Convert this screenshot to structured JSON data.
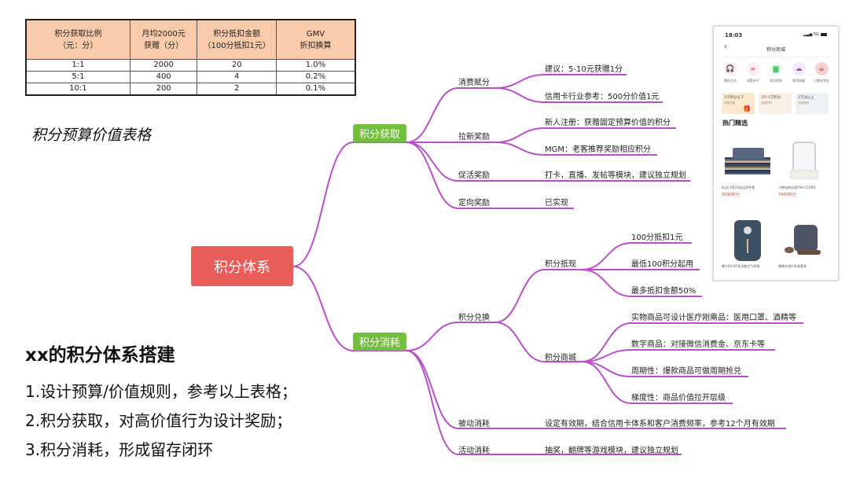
{
  "table": {
    "headers": [
      [
        "积分获取比例",
        "（元：分）"
      ],
      [
        "月均2000元",
        "获赠（分）"
      ],
      [
        "积分抵扣金额",
        "（100分抵扣1元）"
      ],
      [
        "GMV",
        "折扣换算"
      ]
    ],
    "rows": [
      [
        "1:1",
        "2000",
        "20",
        "1.0%"
      ],
      [
        "5:1",
        "400",
        "4",
        "0.2%"
      ],
      [
        "10:1",
        "200",
        "2",
        "0.1%"
      ]
    ],
    "header_color": "#F9CBAA"
  },
  "table_caption": "积分预算价值表格",
  "summary": {
    "title": "xx的积分体系搭建",
    "lines": [
      "1.设计预算/价值规则，参考以上表格；",
      "2.积分获取，对高价值行为设计奖励；",
      "3.积分消耗，形成留存闭环"
    ]
  },
  "mindmap": {
    "line_color": "#B94FC8",
    "root": {
      "label": "积分体系",
      "color": "#E85D5A"
    },
    "branches": [
      {
        "label": "积分获取",
        "color": "#74BE3F",
        "children": [
          {
            "label": "消费赋分",
            "children": [
              "建议：5-10元获赠1分",
              "信用卡行业参考：500分价值1元"
            ]
          },
          {
            "label": "拉新奖励",
            "children": [
              "新人注册：获赠固定预算价值的积分",
              "MGM：老客推荐奖励相应积分"
            ]
          },
          {
            "label": "促活奖励",
            "children": [
              "打卡，直播、发帖等模块，建议独立规划"
            ]
          },
          {
            "label": "定向奖励",
            "children": [
              "已实现"
            ]
          }
        ]
      },
      {
        "label": "积分消耗",
        "color": "#74BE3F",
        "children": [
          {
            "label": "积分兑换",
            "children": [
              {
                "label": "积分抵现",
                "children": [
                  "100分抵扣1元",
                  "最低100积分起用",
                  "最多抵扣金额50%"
                ]
              },
              {
                "label": "积分商城",
                "children": [
                  "实物商品可设计医疗刚需品：医用口罩、酒精等",
                  "数字商品：对接微信消费金、京东卡等",
                  "周期性：爆款商品可做周期抢兑",
                  "梯度性：商品价值拉开层级"
                ]
              }
            ]
          },
          {
            "label": "被动消耗",
            "children": [
              "设定有效期，结合信用卡体系和客户消费频率，参考12个月有效期"
            ]
          },
          {
            "label": "活动消耗",
            "children": [
              "抽奖，翻牌等游戏模块，建议独立规划"
            ]
          }
        ]
      }
    ]
  },
  "phone": {
    "time": "18:03",
    "signal": "5G",
    "title": "积分商城",
    "categories": [
      {
        "label": "数码生活",
        "icon": "headphones-icon",
        "color": "#F26A4B",
        "bg": "#FDEDEA"
      },
      {
        "label": "母婴亲子",
        "icon": "stroller-icon",
        "color": "#F58FA0",
        "bg": "#FDEFF1"
      },
      {
        "label": "家纺家饰",
        "icon": "sofa-icon",
        "color": "#4CC96A",
        "bg": "#EAF8EE"
      },
      {
        "label": "家用电器",
        "icon": "cloud-icon",
        "color": "#8A4FE0",
        "bg": "#F1EBFC"
      },
      {
        "label": "小熊电专区",
        "icon": "kettle-icon",
        "color": "#8B2C2C",
        "bg": "#F6D2D2"
      }
    ],
    "tiers": [
      {
        "label": "3千积分以下",
        "sub": "超值兑换"
      },
      {
        "label": "3千-1万积分",
        "sub": "品质好物"
      },
      {
        "label": "1万分以上",
        "sub": "品质精选"
      }
    ],
    "hot_title": "热门精选",
    "products": [
      {
        "name": "ELLE DECO床品四件套",
        "price": "6090积分"
      },
      {
        "name": "小熊电热水壶YSH-C15W1",
        "price": "7490积分"
      },
      {
        "name": "康宁KG-AF多功能空气炸锅",
        "price": ""
      },
      {
        "name": "便携式旅行茶具套装",
        "price": ""
      }
    ]
  }
}
